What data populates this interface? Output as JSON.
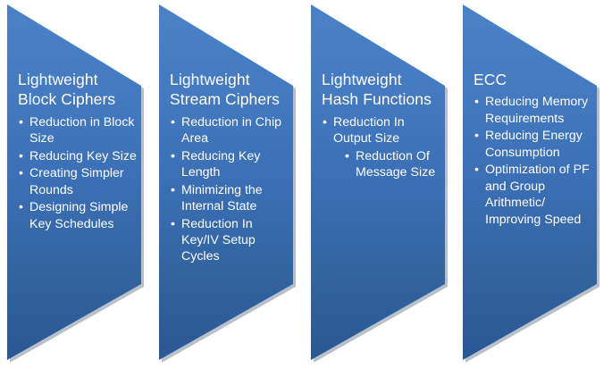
{
  "diagram": {
    "type": "chevron-process",
    "background_color": "#ffffff",
    "shape_fill_top": "#4a81c4",
    "shape_fill_bottom": "#2b5894",
    "text_color": "#ffffff",
    "bullet_glyph": "•",
    "steps": [
      {
        "id": "lightweight-block-ciphers",
        "title": "Lightweight\nBlock Ciphers",
        "bullets": [
          {
            "text": "Reduction in Block Size",
            "indented": false
          },
          {
            "text": "Reducing Key Size",
            "indented": false
          },
          {
            "text": "Creating Simpler Rounds",
            "indented": false
          },
          {
            "text": "Designing Simple Key Schedules",
            "indented": false
          }
        ]
      },
      {
        "id": "lightweight-stream-ciphers",
        "title": "Lightweight\nStream Ciphers",
        "bullets": [
          {
            "text": "Reduction in Chip Area",
            "indented": false
          },
          {
            "text": "Reducing Key Length",
            "indented": false
          },
          {
            "text": "Minimizing the Internal State",
            "indented": false
          },
          {
            "text": "Reduction In Key/IV Setup Cycles",
            "indented": false
          }
        ]
      },
      {
        "id": "lightweight-hash-functions",
        "title": "Lightweight\nHash Functions",
        "bullets": [
          {
            "text": "Reduction In Output Size",
            "indented": false
          },
          {
            "text": "Reduction Of Message Size",
            "indented": true
          }
        ]
      },
      {
        "id": "ecc",
        "title": "ECC",
        "bullets": [
          {
            "text": "Reducing Memory Requirements",
            "indented": false
          },
          {
            "text": "Reducing Energy Consumption",
            "indented": false
          },
          {
            "text": "Optimization of PF and Group Arithmetic/ Improving Speed",
            "indented": false
          }
        ]
      }
    ]
  }
}
